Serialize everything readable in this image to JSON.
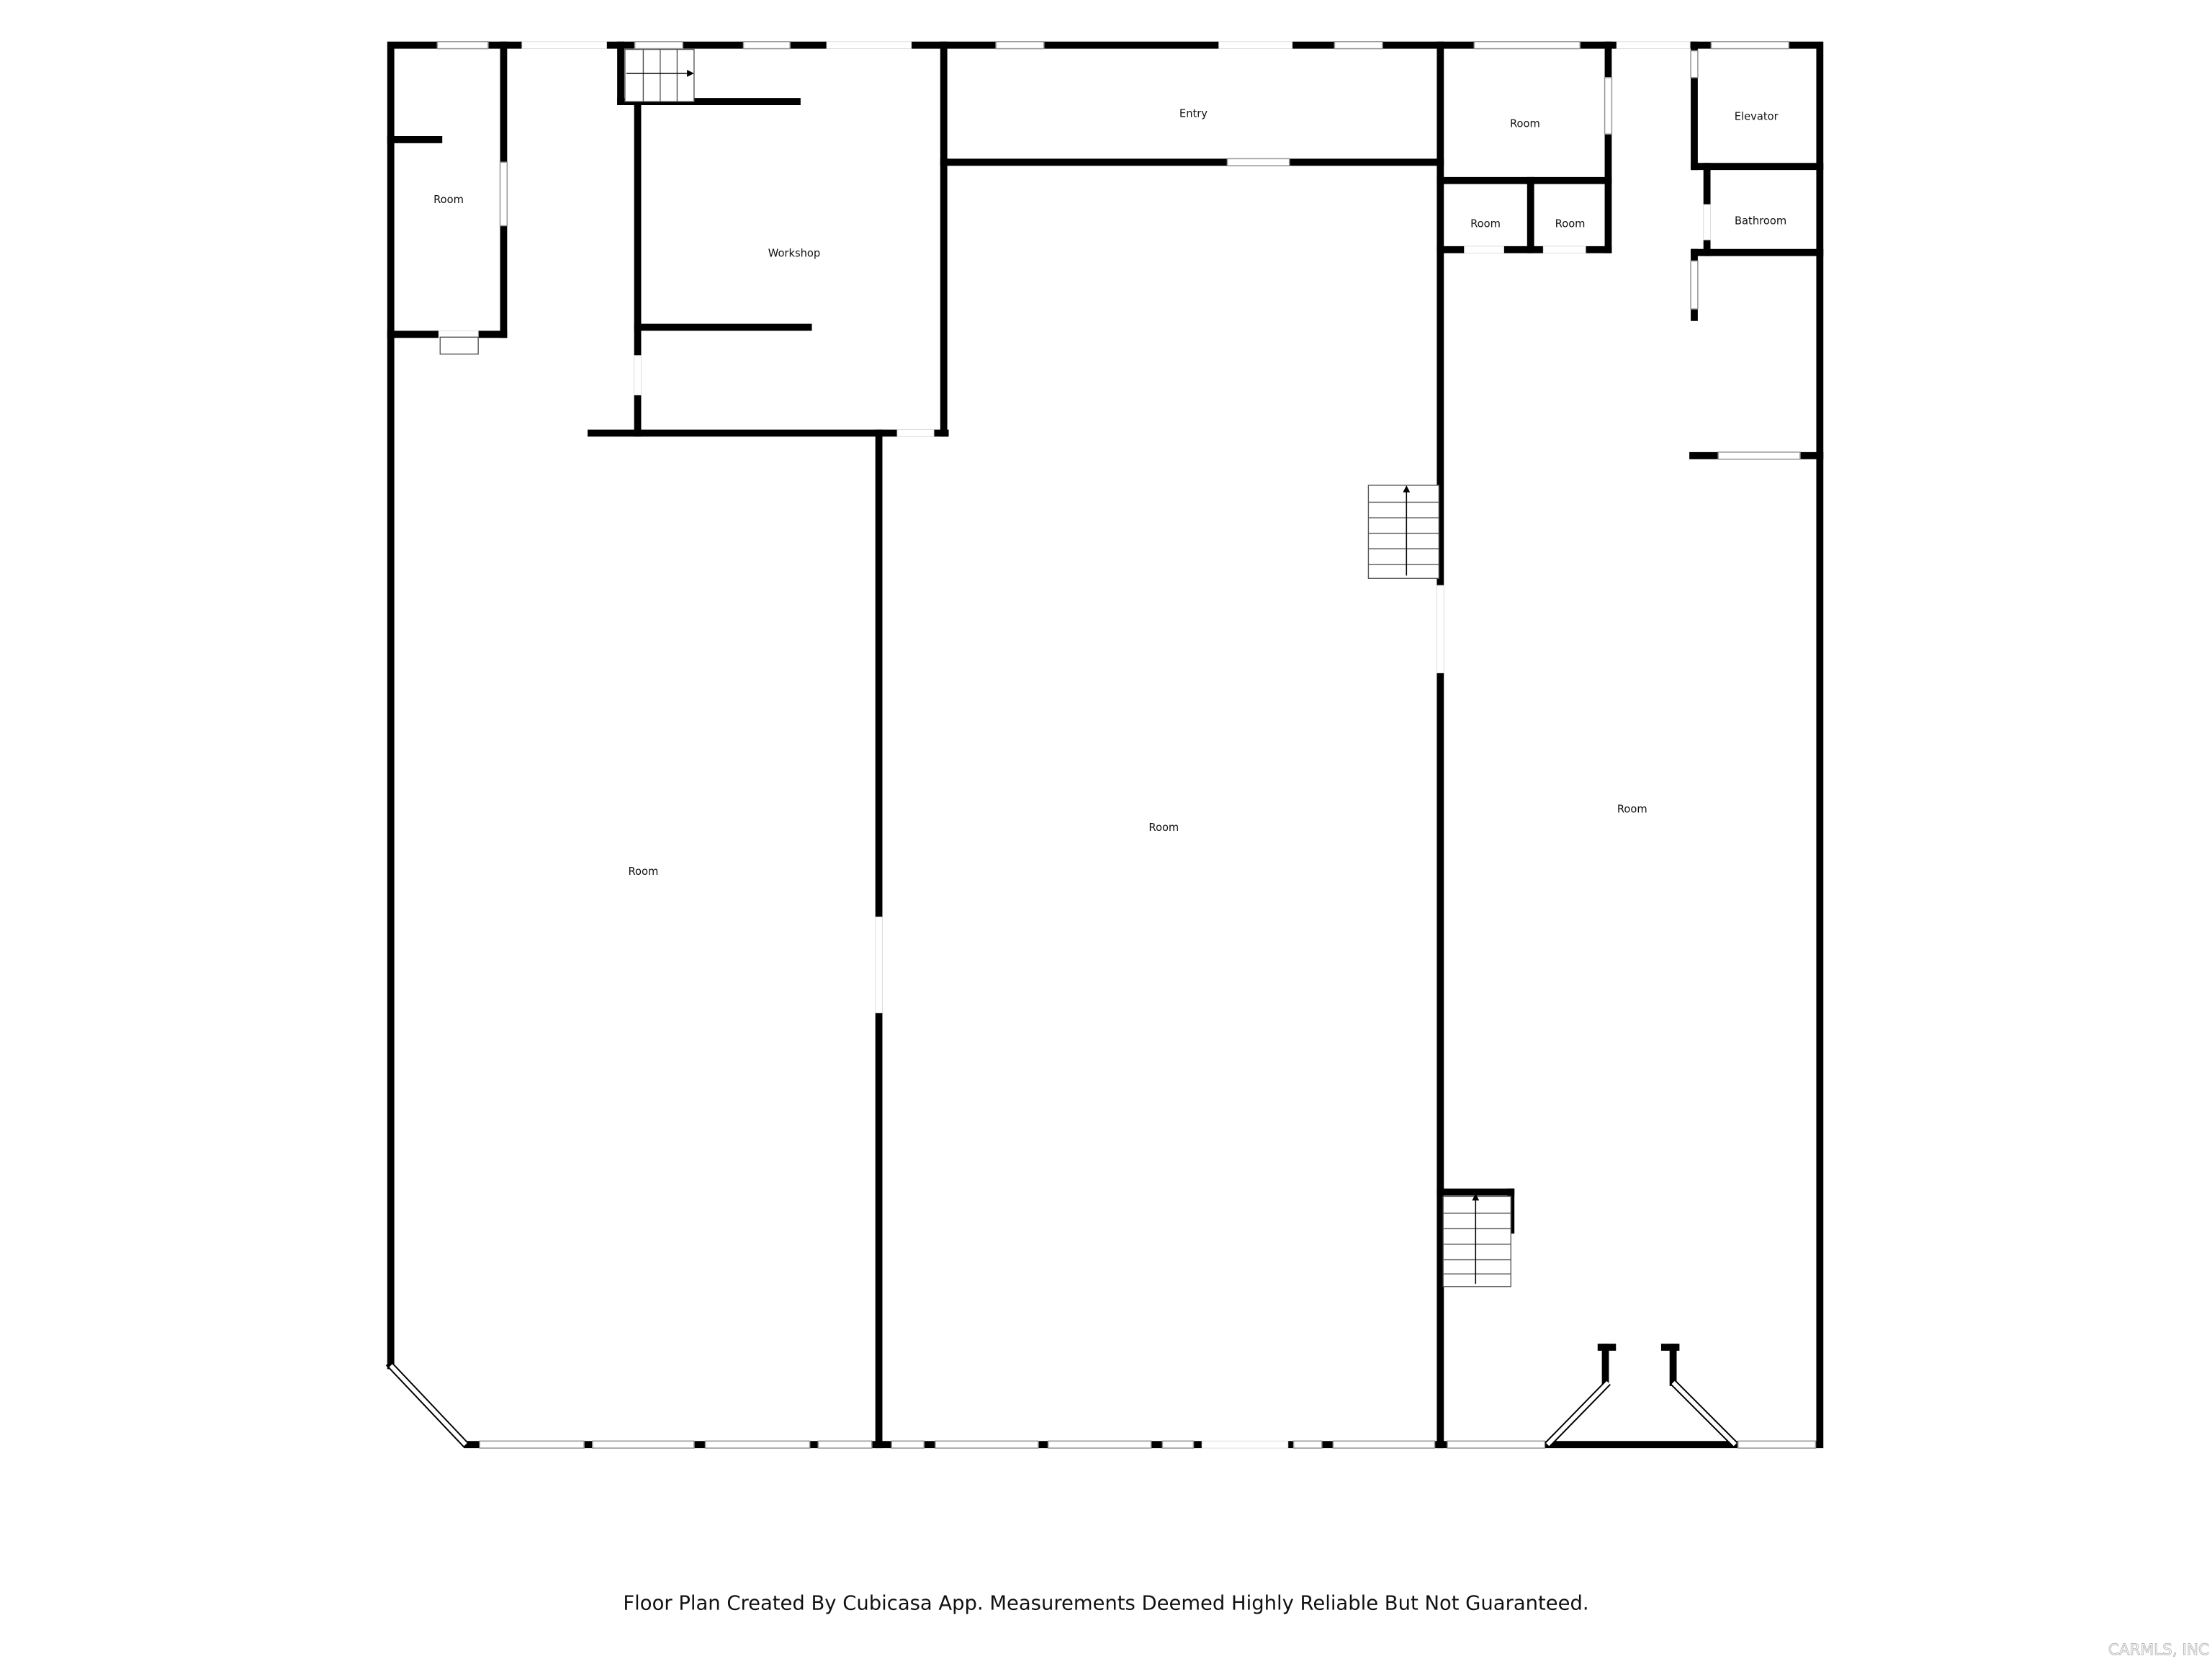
{
  "floor_plan": {
    "rooms": [
      {
        "label": "Room"
      },
      {
        "label": "Workshop"
      },
      {
        "label": "Entry"
      },
      {
        "label": "Room"
      },
      {
        "label": "Elevator"
      },
      {
        "label": "Room"
      },
      {
        "label": "Room"
      },
      {
        "label": "Bathroom"
      },
      {
        "label": "Room"
      },
      {
        "label": "Room"
      },
      {
        "label": "Room"
      }
    ],
    "wall_color": "#000000",
    "background_color": "#ffffff"
  },
  "footer": {
    "disclaimer": "Floor Plan Created By Cubicasa App. Measurements Deemed Highly Reliable But Not Guaranteed."
  },
  "watermark": {
    "text": "CARMLS, INC"
  }
}
